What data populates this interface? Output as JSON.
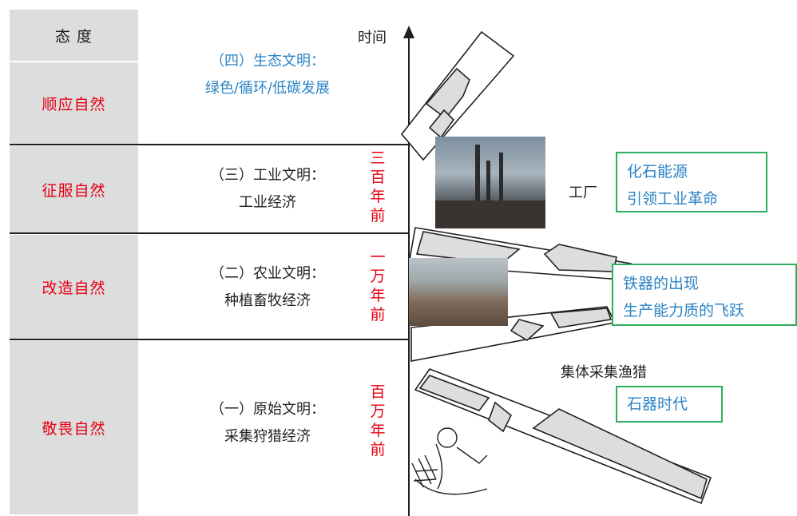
{
  "header": {
    "attitude_title": "态 度",
    "time_label": "时间"
  },
  "attitudes": [
    "顺应自然",
    "征服自然",
    "改造自然",
    "敬畏自然"
  ],
  "civilizations": [
    {
      "line1": "（四）生态文明：",
      "line2": "绿色/循环/低碳发展"
    },
    {
      "line1": "（三）工业文明：",
      "line2": "工业经济"
    },
    {
      "line1": "（二）农业文明：",
      "line2": "种植畜牧经济"
    },
    {
      "line1": "（一）原始文明：",
      "line2": "采集狩猎经济"
    }
  ],
  "time_marks": [
    [
      "三",
      "百",
      "年",
      "前"
    ],
    [
      "一",
      "万",
      "年",
      "前"
    ],
    [
      "百",
      "万",
      "年",
      "前"
    ]
  ],
  "right_labels": {
    "factory": "工厂",
    "gathering": "集体采集渔猎"
  },
  "boxes": {
    "fossil": [
      "化石能源",
      "引领工业革命"
    ],
    "iron": [
      "铁器的出现",
      "生产能力质的飞跃"
    ],
    "stone": [
      "石器时代"
    ]
  },
  "colors": {
    "red": "#e60012",
    "blue": "#2b83c6",
    "green_border": "#2fae5f",
    "gray": "#dcdddd"
  }
}
